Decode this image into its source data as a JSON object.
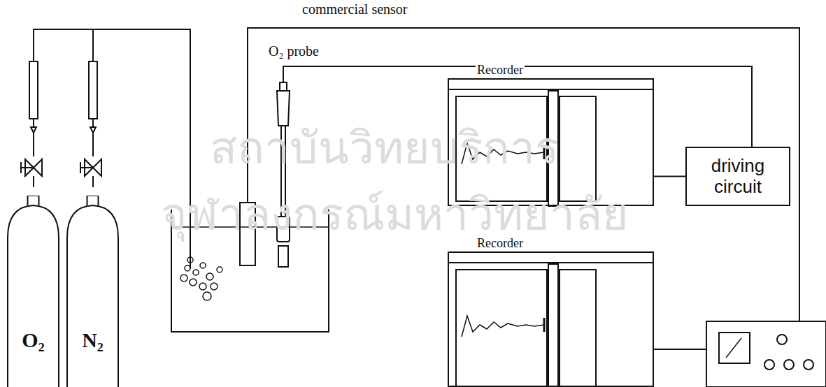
{
  "diagram": {
    "nodes": [
      {
        "text": [
          "O₂"
        ]
      },
      {
        "text": [
          "N₂"
        ]
      },
      {
        "text": [
          "Recorder"
        ]
      },
      {
        "text": [
          "driving circuit"
        ]
      },
      {
        "text": [
          "Recorder"
        ]
      }
    ],
    "edges": [
      {
        "from": 2,
        "to": 3,
        "arrow": "none"
      }
    ],
    "labels": [
      "commercial sensor",
      "O₂ probe",
      "สถาบันวิทยบริการ",
      "จุฬาลงกรณ์มหาวิทยาลัย"
    ]
  }
}
